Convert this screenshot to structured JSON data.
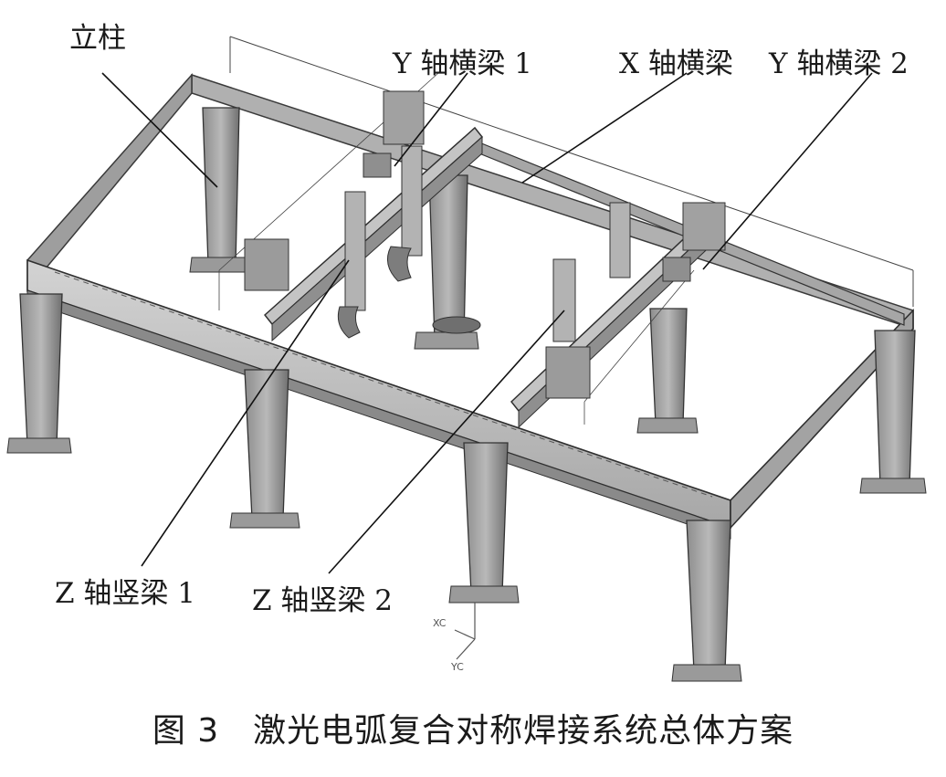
{
  "labels": {
    "column": "立柱",
    "y_beam_1": "Y 轴横梁 1",
    "x_beam": "X 轴横梁",
    "y_beam_2": "Y 轴横梁 2",
    "z_beam_1": "Z 轴竖梁 1",
    "z_beam_2": "Z 轴竖梁 2"
  },
  "axis_triad": {
    "x_label": "XC",
    "y_label": "YC"
  },
  "caption": "图 3　激光电弧复合对称焊接系统总体方案"
}
